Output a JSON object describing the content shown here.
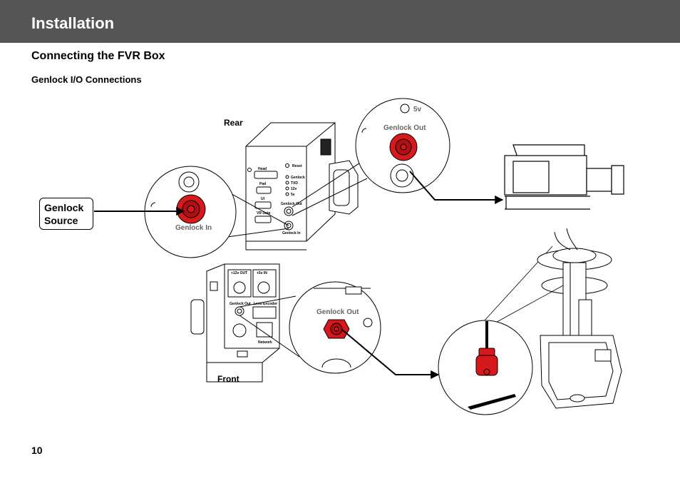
{
  "header": {
    "title": "Installation"
  },
  "section": {
    "title": "Connecting the FVR Box"
  },
  "subsection": {
    "title": "Genlock I/O Connections"
  },
  "diagram": {
    "rear_label": "Rear",
    "front_label": "Front",
    "genlock_source_line1": "Genlock",
    "genlock_source_line2": "Source",
    "rear_panel": {
      "head": "Head",
      "pad": "Pad",
      "ui": "UI",
      "vr_data": "VR Data",
      "reset": "Reset",
      "genlock": "Genlock",
      "txd": "TXD",
      "v12": "12v",
      "v5": "5v",
      "genlock_out": "Genlock Out",
      "genlock_in": "Genlock In"
    },
    "front_panel": {
      "v12_out": "+12v OUT",
      "v5_in": "+5v IN",
      "genlock_out": "Genlock Out",
      "lens_encoder": "Lens Encoder",
      "network": "Network"
    },
    "callout_genlock_in": "Genlock In",
    "callout_genlock_out_rear": "Genlock Out",
    "callout_5v": "5v",
    "callout_genlock_out_front": "Genlock Out"
  },
  "footer": {
    "page_number": "10"
  },
  "colors": {
    "header_bg": "#555555",
    "connector_red": "#d7191c",
    "gray_text": "#666666"
  }
}
